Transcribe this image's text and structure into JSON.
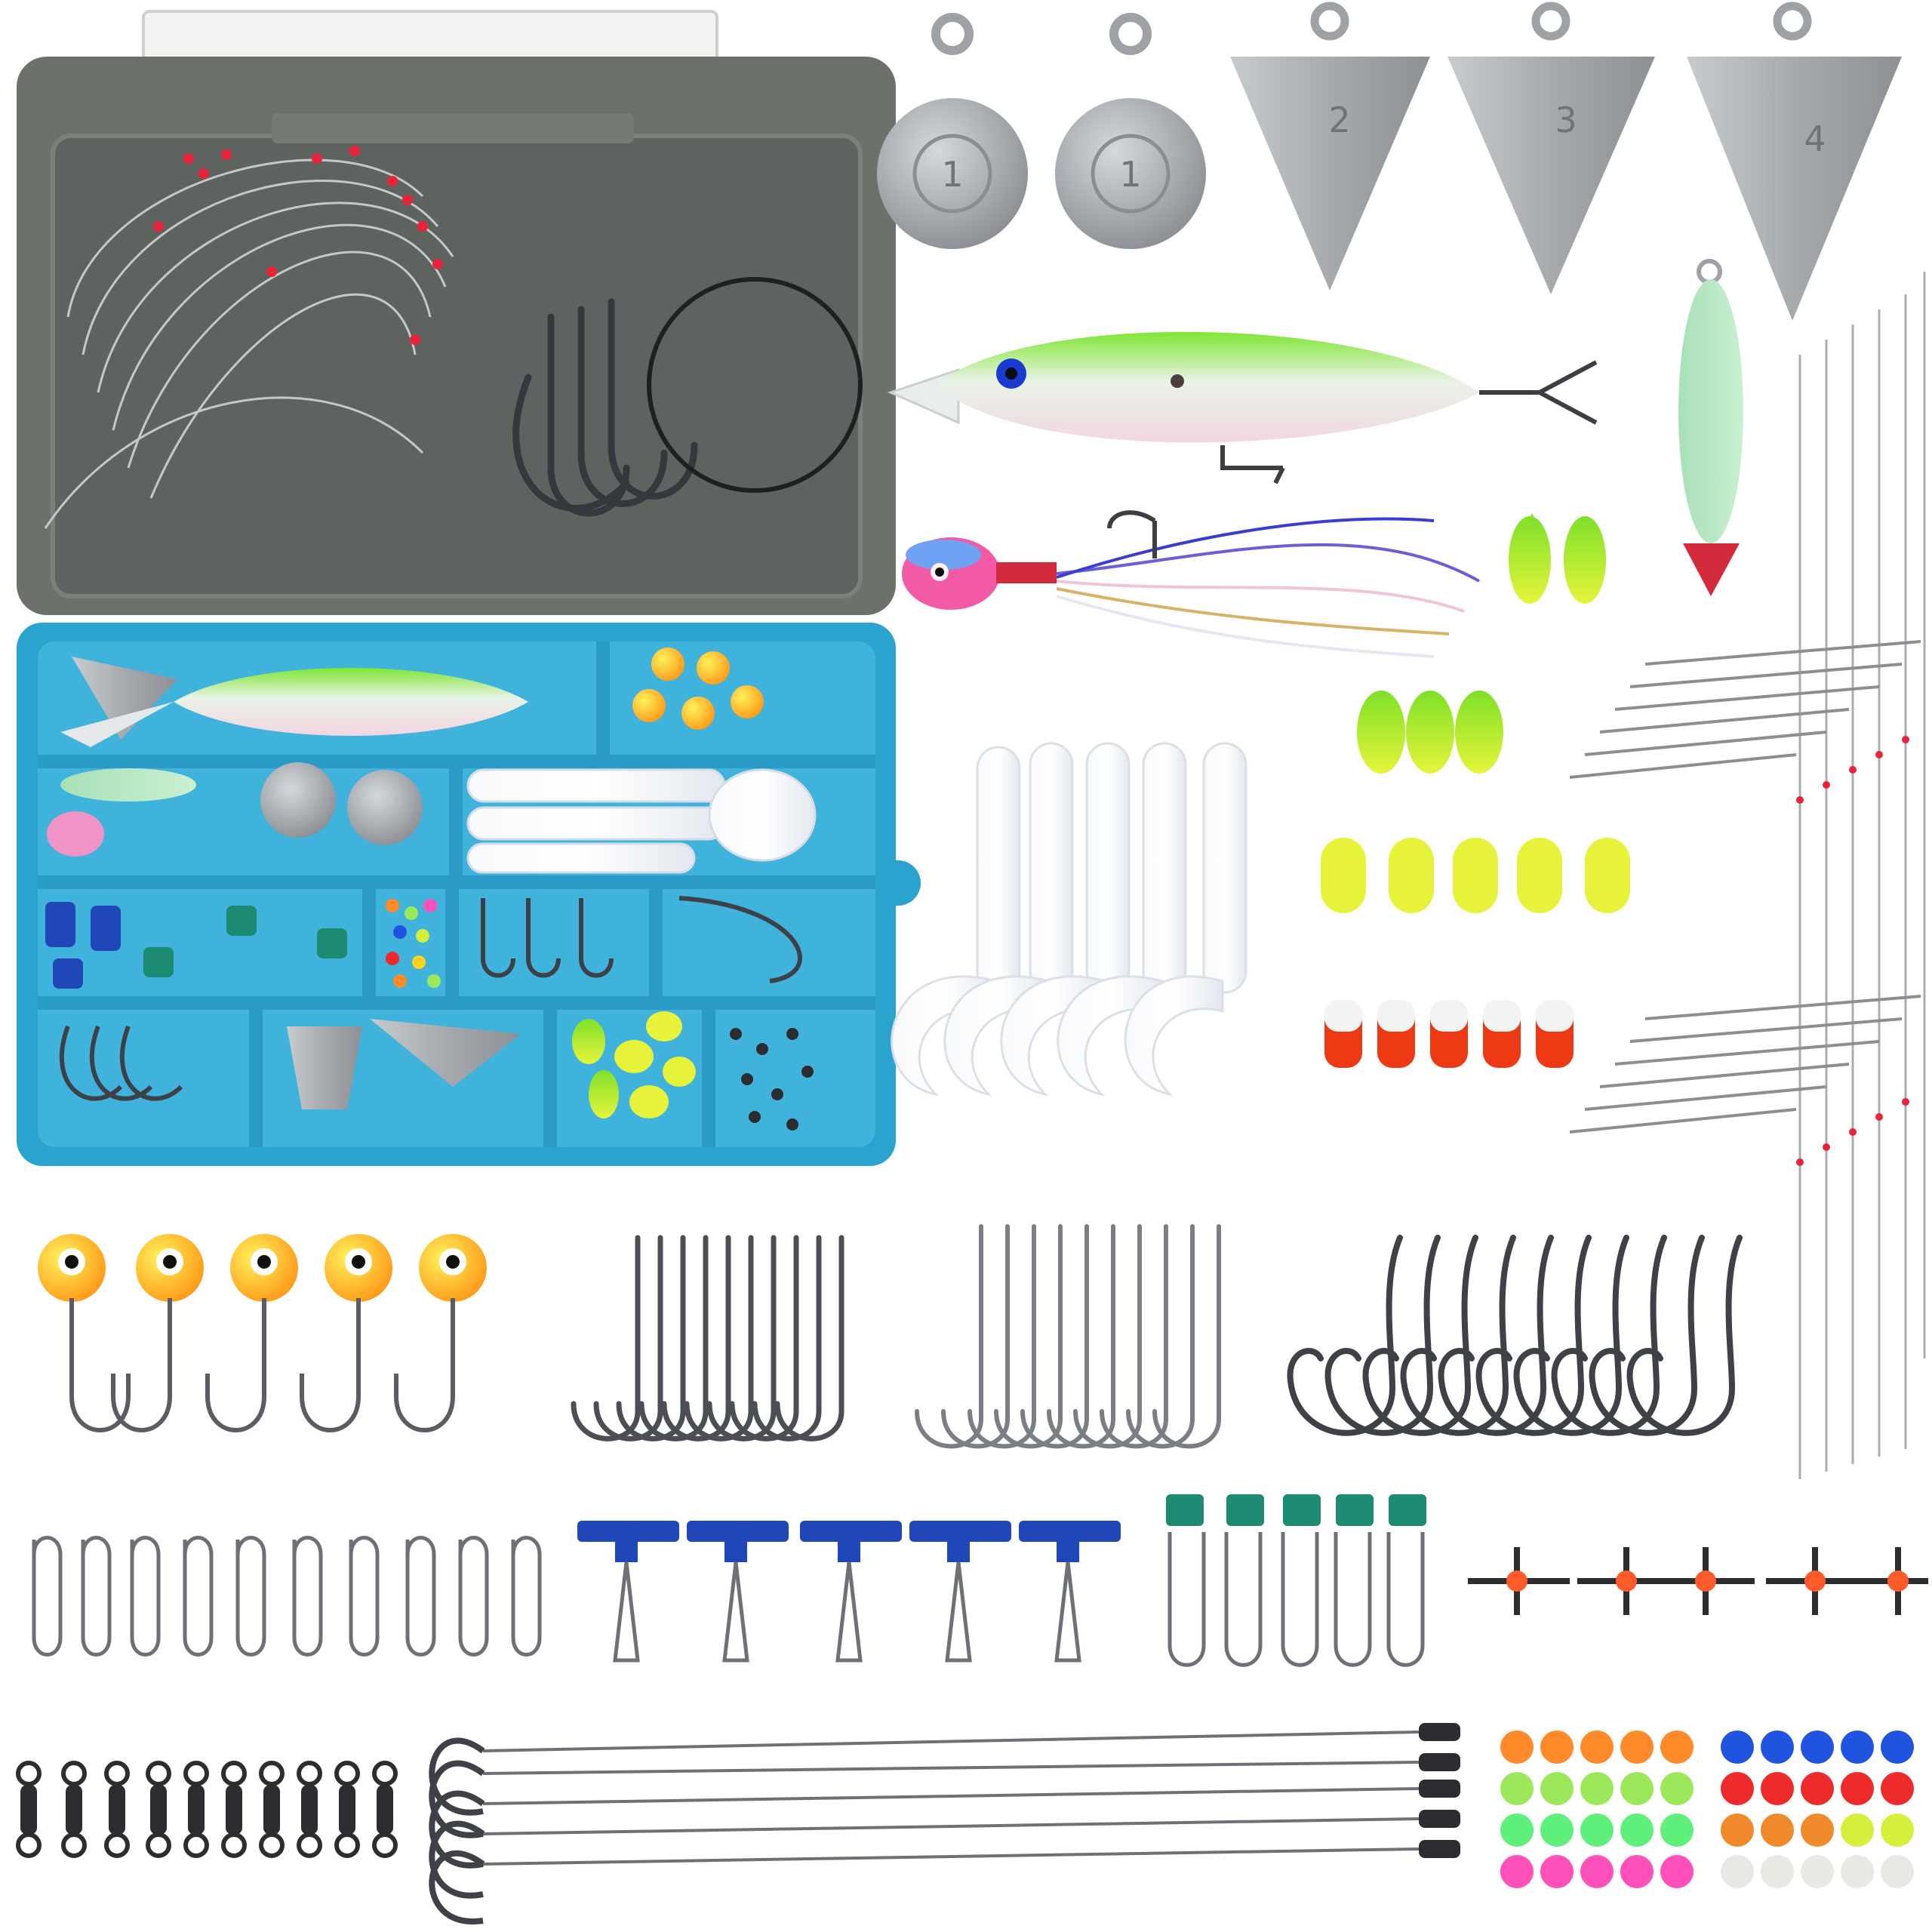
{
  "sinker_numbers": {
    "round_a": "1",
    "round_b": "1",
    "pyramid_a": "2",
    "pyramid_b": "3",
    "pyramid_c": "4"
  },
  "colors": {
    "background": "#ffffff",
    "box_lid": "#6d716c",
    "box_tray": "#2ba3cf",
    "lead": "#9ea2a6",
    "jig_yellow": "#ffd21f",
    "jig_orange": "#ff9a1a",
    "float_green": "#8fe02a",
    "float_yellow": "#e6f33a",
    "float_red": "#ee3a14",
    "snap_blue": "#1f47b8",
    "snap_teal": "#1d8a72",
    "hook_steel": "#4b4f55",
    "bead_orange": "#ff8a2a",
    "bead_blue": "#1f53e0",
    "bead_green": "#9be85a",
    "bead_red": "#ef2a2a",
    "bead_yellow": "#d5ef3a",
    "bead_pink": "#ff4fb8",
    "bead_clear": "#e9e9e3",
    "swivel_bead": "#ff5a2a"
  },
  "icons": [
    "tackle-box",
    "lead-sinker",
    "minnow-lure",
    "bucktail-jig",
    "spoon-lure",
    "grub-soft-bait",
    "jig-head",
    "fishing-hook",
    "snap",
    "sinker-slide",
    "three-way-swivel",
    "barrel-swivel",
    "rig-leader",
    "bead"
  ]
}
